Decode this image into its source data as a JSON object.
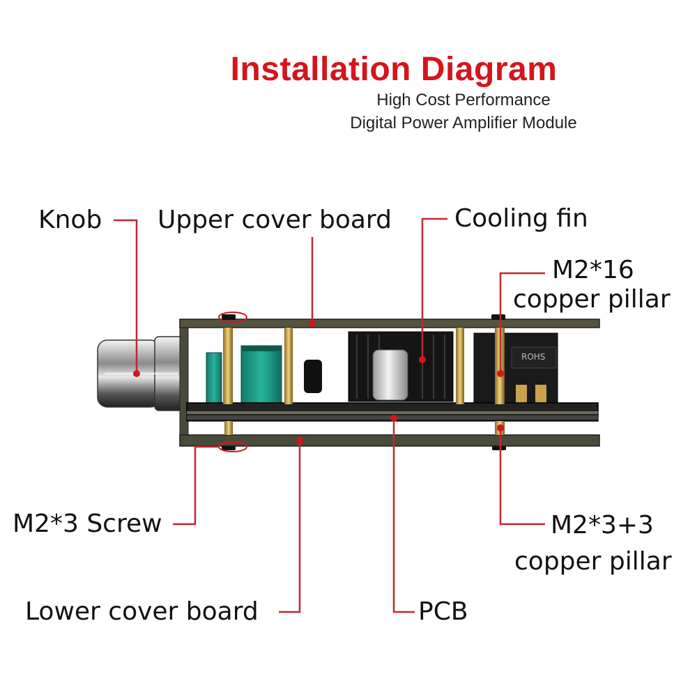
{
  "header": {
    "title": "Installation Diagram",
    "subtitle_line1": "High Cost Performance",
    "subtitle_line2": "Digital Power Amplifier Module"
  },
  "labels": {
    "knob": "Knob",
    "upper_cover_board": "Upper cover board",
    "cooling_fin": "Cooling fin",
    "m2_16_line1": "M2*16",
    "m2_16_line2": "copper pillar",
    "m2_3_screw": "M2*3 Screw",
    "m2_3_3_line1": "M2*3+3",
    "m2_3_3_line2": "copper pillar",
    "lower_cover_board": "Lower cover board",
    "pcb": "PCB"
  },
  "component_marks": {
    "rohs": "ROHS"
  },
  "colors": {
    "accent": "#d4151b",
    "leader": "#c0282d",
    "board": "#4a4a3a",
    "pcb": "#2a2a2a",
    "pillar": "#c9a24a",
    "teal": "#1f9e8a"
  }
}
